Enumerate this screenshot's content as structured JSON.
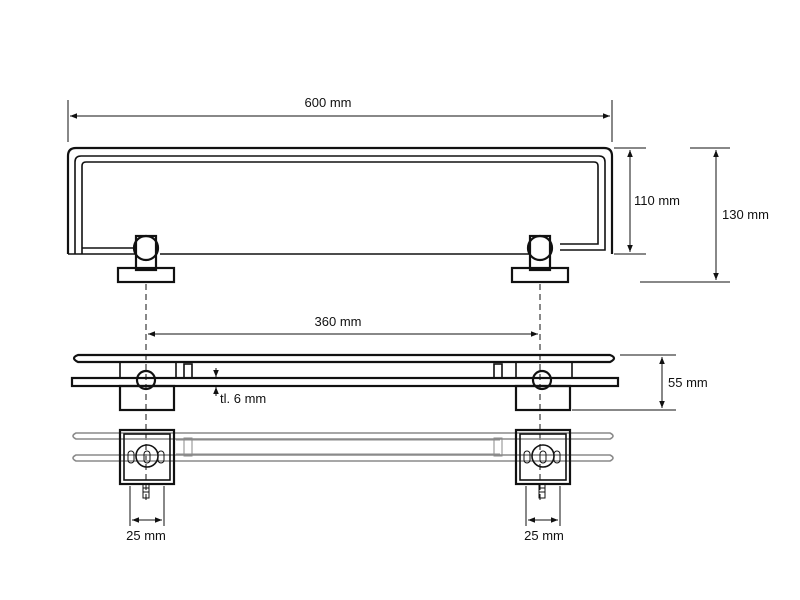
{
  "dimensions": {
    "overall_width": "600 mm",
    "side_height": "110 mm",
    "overall_height": "130 mm",
    "fixing_distance": "360 mm",
    "depth": "55 mm",
    "glass_thickness": "tl. 6 mm",
    "hole_offset_left": "25 mm",
    "hole_offset_right": "25 mm"
  },
  "colors": {
    "line": "#111111",
    "hidden_line": "#8a8a8a",
    "background": "#ffffff"
  }
}
